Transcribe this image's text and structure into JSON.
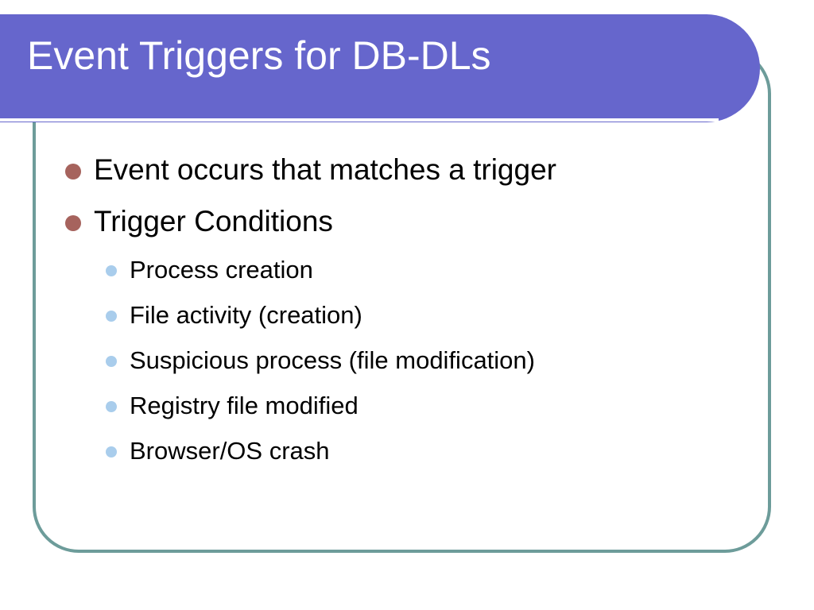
{
  "slide": {
    "title": "Event Triggers for DB-DLs",
    "colors": {
      "title_bar": "#6666cc",
      "title_text": "#ffffff",
      "frame_border": "#6d9c9a",
      "bullet_level1": "#a6635d",
      "bullet_level2": "#a9cdec"
    },
    "bullets": [
      {
        "text": "Event occurs that matches a trigger"
      },
      {
        "text": "Trigger Conditions",
        "children": [
          {
            "text": "Process creation"
          },
          {
            "text": "File activity (creation)"
          },
          {
            "text": "Suspicious process (file modification)"
          },
          {
            "text": "Registry file modified"
          },
          {
            "text": "Browser/OS crash"
          }
        ]
      }
    ]
  }
}
